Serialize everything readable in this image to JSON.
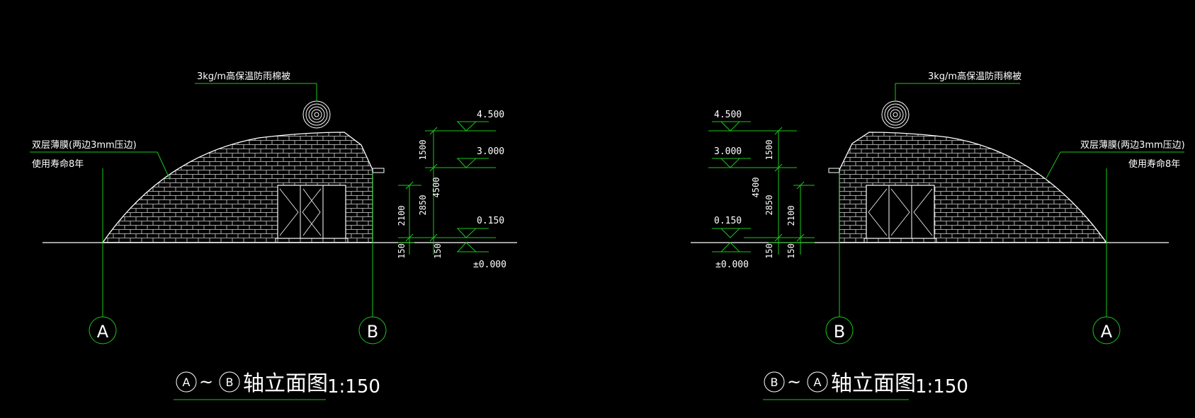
{
  "colors": {
    "background": "#000000",
    "lines": "#ffffff",
    "leaders": "#19c719"
  },
  "left_view": {
    "roof_callout": "3kg/m高保温防雨棉被",
    "film_callout_line1": "双层薄膜(两边3mm压边)",
    "film_callout_line2": "使用寿命8年",
    "elevations": [
      "4.500",
      "3.000",
      "0.150",
      "±0.000"
    ],
    "dims": [
      "1500",
      "4500",
      "2850",
      "2100",
      "150",
      "150"
    ],
    "axis_left": "A",
    "axis_right": "B",
    "title_axis_start": "A",
    "title_sep": "~",
    "title_axis_end": "B",
    "title_text": "轴立面图",
    "title_scale": "1:150"
  },
  "right_view": {
    "roof_callout": "3kg/m高保温防雨棉被",
    "film_callout_line1": "双层薄膜(两边3mm压边)",
    "film_callout_line2": "使用寿命8年",
    "elevations": [
      "4.500",
      "3.000",
      "0.150",
      "±0.000"
    ],
    "dims": [
      "1500",
      "4500",
      "2850",
      "2100",
      "150",
      "150"
    ],
    "axis_left": "B",
    "axis_right": "A",
    "title_axis_start": "B",
    "title_sep": "~",
    "title_axis_end": "A",
    "title_text": "轴立面图",
    "title_scale": "1:150"
  }
}
